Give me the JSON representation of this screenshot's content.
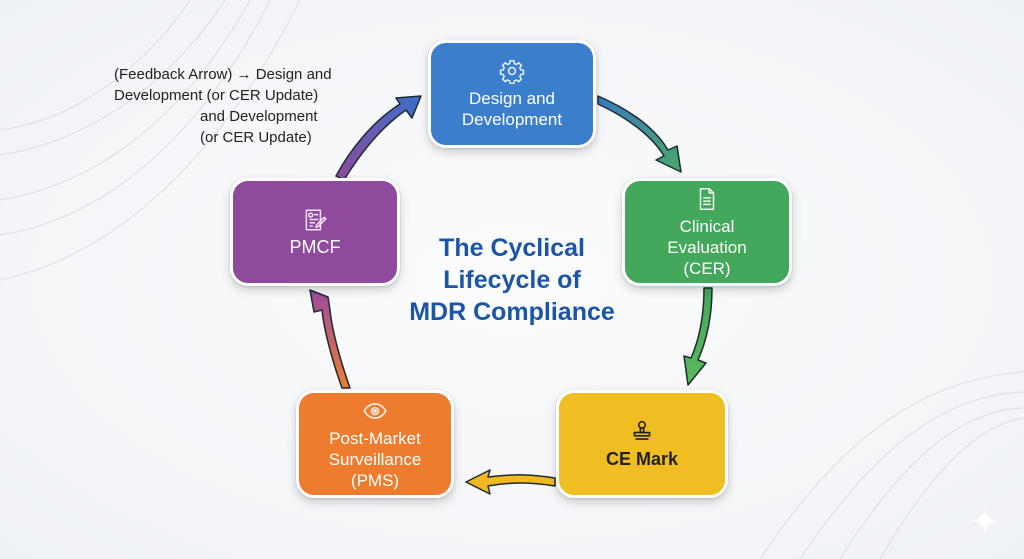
{
  "diagram": {
    "title": "The Cyclical\nLifecycle of\nMDR Compliance",
    "title_color": "#1d55a6",
    "feedback_note": {
      "line1": "(Feedback Arrow) → Design and",
      "line2": "Development (or CER Update)",
      "line3": "and Development",
      "line4": "(or CER Update)"
    },
    "nodes": [
      {
        "id": "design",
        "label": "Design and\nDevelopment",
        "icon": "gear-icon",
        "color": "#3b7fcc"
      },
      {
        "id": "clinical",
        "label": "Clinical\nEvaluation\n(CER)",
        "icon": "document-icon",
        "color": "#44a85c"
      },
      {
        "id": "ce",
        "label": "CE Mark",
        "icon": "stamp-icon",
        "color": "#f0bd22"
      },
      {
        "id": "pms",
        "label": "Post-Market\nSurveillance\n(PMS)",
        "icon": "eye-icon",
        "color": "#ee7c2f"
      },
      {
        "id": "pmcf",
        "label": "PMCF",
        "icon": "clipboard-pen-icon",
        "color": "#8f4a9e"
      }
    ],
    "edges": [
      {
        "from": "Design and Development",
        "to": "Clinical Evaluation (CER)"
      },
      {
        "from": "Clinical Evaluation (CER)",
        "to": "CE Mark"
      },
      {
        "from": "CE Mark",
        "to": "Post-Market Surveillance (PMS)"
      },
      {
        "from": "Post-Market Surveillance (PMS)",
        "to": "PMCF"
      },
      {
        "from": "PMCF",
        "to": "Design and Development"
      }
    ]
  }
}
